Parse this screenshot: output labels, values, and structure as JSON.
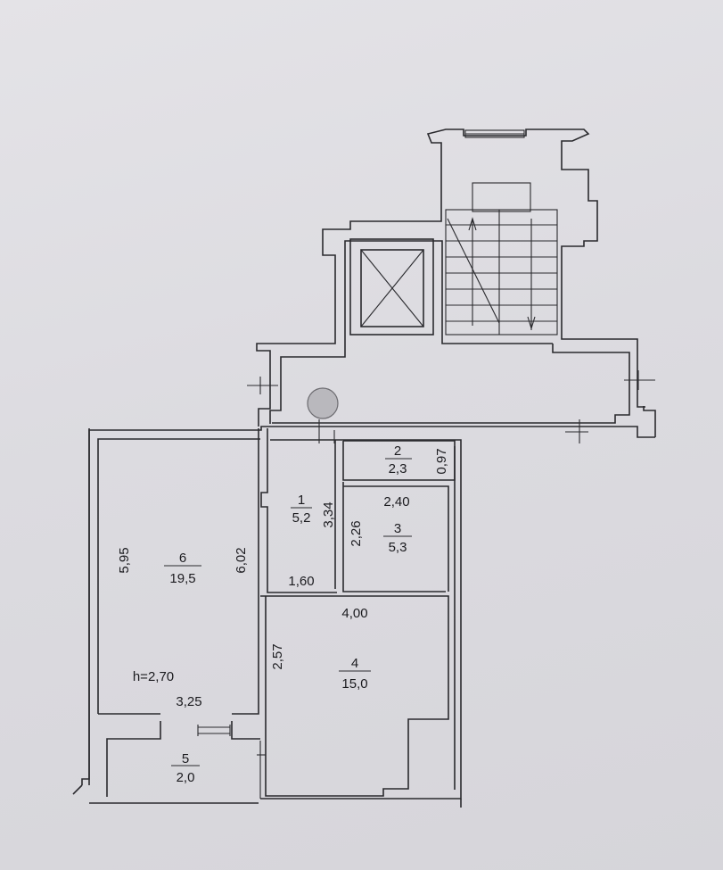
{
  "rooms": [
    {
      "id": "1",
      "number": "1",
      "area": "5,2"
    },
    {
      "id": "2",
      "number": "2",
      "area": "2,3"
    },
    {
      "id": "3",
      "number": "3",
      "area": "5,3"
    },
    {
      "id": "4",
      "number": "4",
      "area": "15,0"
    },
    {
      "id": "5",
      "number": "5",
      "area": "2,0"
    },
    {
      "id": "6",
      "number": "6",
      "area": "19,5"
    }
  ],
  "dimensions": {
    "room1_height": "3,34",
    "room1_width": "1,60",
    "room2_depth": "0,97",
    "room3_width": "2,40",
    "room3_height": "2,26",
    "room4_width": "4,00",
    "room4_height": "2,57",
    "room6_left": "5,95",
    "room6_right": "6,02",
    "room6_width": "3,25",
    "ceiling_height": "h=2,70"
  }
}
